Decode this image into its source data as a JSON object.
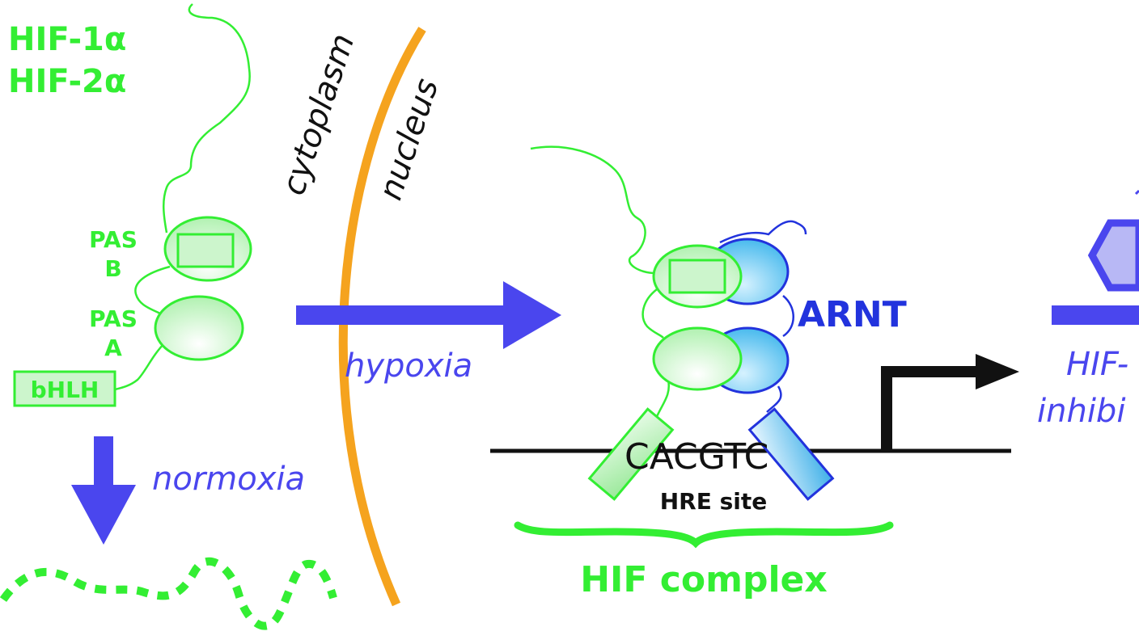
{
  "colors": {
    "hif_green": "#33ee33",
    "hif_green_fill": "#ccf5cc",
    "arnt_blue": "#2233dd",
    "arnt_fill": "#4fc0ee",
    "arrow_blue": "#4a46ee",
    "membrane_orange": "#f5a31e",
    "dna_black": "#111111",
    "inhibitor_fill": "#b8b8f5"
  },
  "labels": {
    "hif1a": "HIF-1α",
    "hif2a": "HIF-2α",
    "pas_b_1": "PAS",
    "pas_b_2": "B",
    "pas_a_1": "PAS",
    "pas_a_2": "A",
    "bhlh": "bHLH",
    "cytoplasm": "cytoplasm",
    "nucleus": "nucleus",
    "hypoxia": "hypoxia",
    "normoxia": "normoxia",
    "arnt": "ARNT",
    "dna_sequence": "CACGTC",
    "hre_site": "HRE site",
    "hif_complex": "HIF complex",
    "right_cut_1": "HIF-",
    "right_cut_2": "inhibi"
  }
}
